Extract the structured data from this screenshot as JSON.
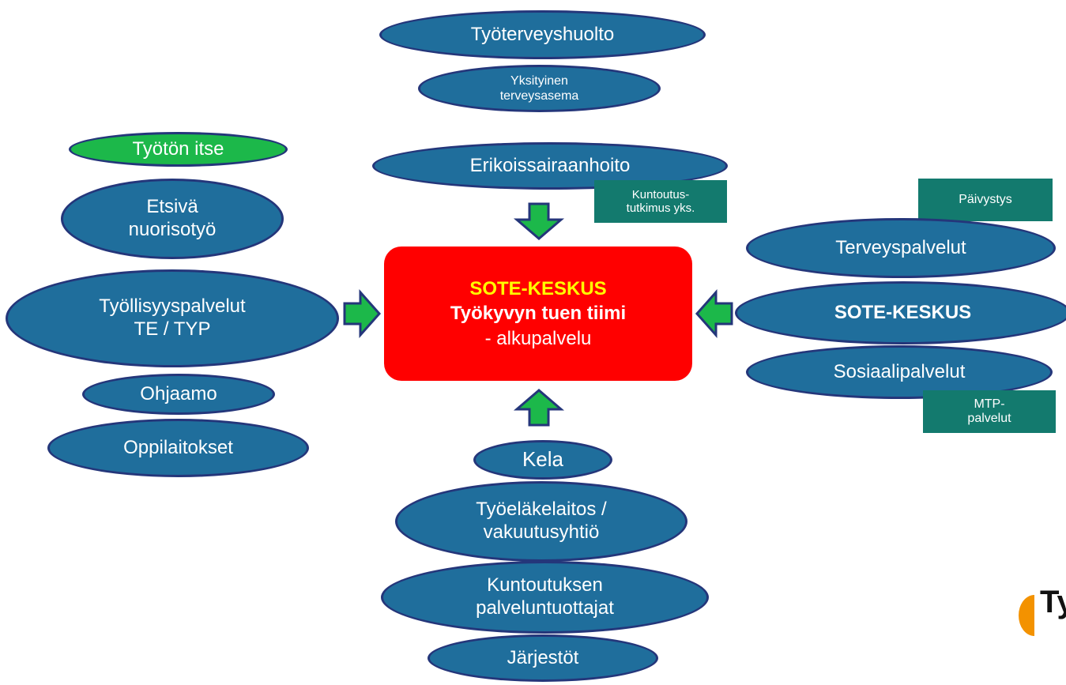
{
  "top": {
    "tyoterveyshuolto": "Työterveyshuolto",
    "yksityinen_line1": "Yksityinen",
    "yksityinen_line2": "terveysasema",
    "erikoissairaanhoito": "Erikoissairaanhoito",
    "kuntoutus_line1": "Kuntoutus-",
    "kuntoutus_line2": "tutkimus yks."
  },
  "left": {
    "tyoton_itse": "Työtön itse",
    "etsiva_line1": "Etsivä",
    "etsiva_line2": "nuorisotyö",
    "tyollisyys_line1": "Työllisyyspalvelut",
    "tyollisyys_line2": "TE / TYP",
    "ohjaamo": "Ohjaamo",
    "oppilaitokset": "Oppilaitokset"
  },
  "center": {
    "line1": "SOTE-KESKUS",
    "line2": "Työkyvyn tuen tiimi",
    "line3": "- alkupalvelu"
  },
  "right": {
    "paivystys": "Päivystys",
    "terveyspalvelut": "Terveyspalvelut",
    "sote_keskus": "SOTE-KESKUS",
    "sosiaalipalvelut": "Sosiaalipalvelut",
    "mtp_line1": "MTP-",
    "mtp_line2": "palvelut"
  },
  "bottom": {
    "kela": "Kela",
    "tyoelake_line1": "Työeläkelaitos /",
    "tyoelake_line2": "vakuutusyhtiö",
    "kuntoutuksen_line1": "Kuntoutuksen",
    "kuntoutuksen_line2": "palveluntuottajat",
    "jarjestot": "Järjestöt"
  },
  "logo": {
    "text": "Ty"
  },
  "colors": {
    "ellipse_fill": "#1f6e9c",
    "ellipse_border": "#24367a",
    "green_fill": "#1cb84a",
    "teal_box": "#137a6e",
    "center_fill": "#ff0000",
    "center_highlight": "#ffff00",
    "arrow_fill": "#1cb84a",
    "logo_orange": "#f39200"
  }
}
